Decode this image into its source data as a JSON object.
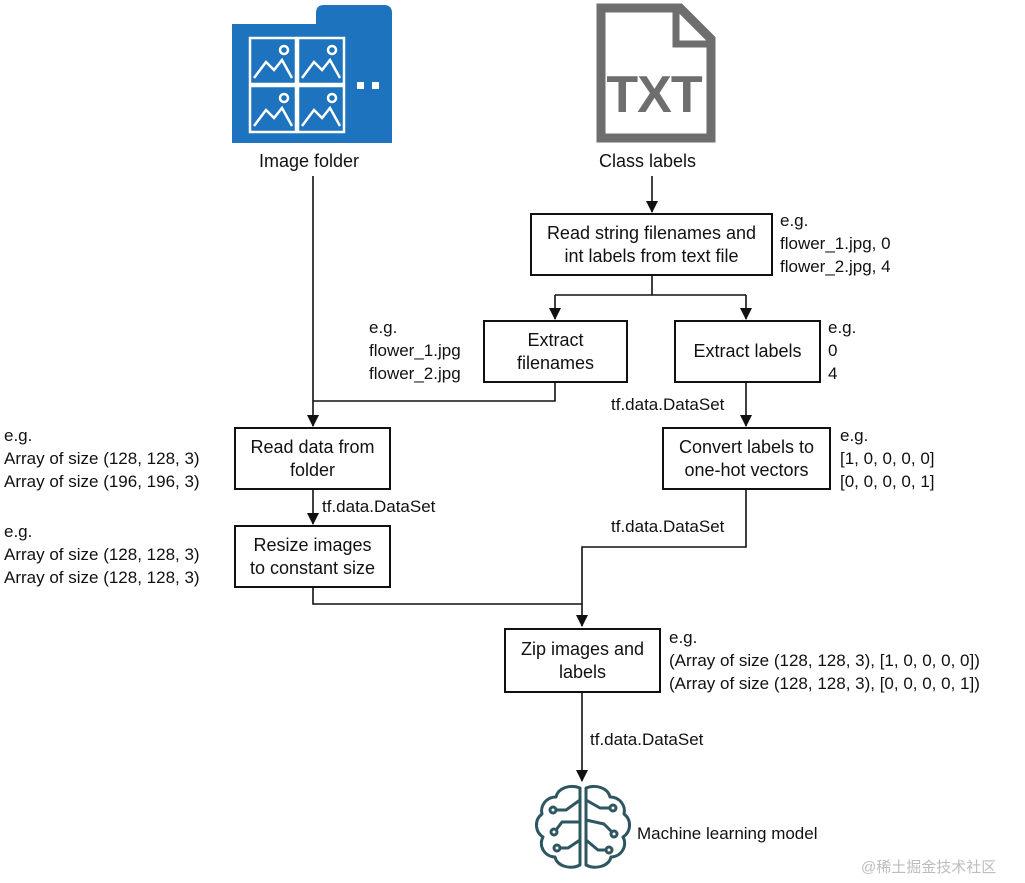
{
  "sources": {
    "image_folder_label": "Image folder",
    "class_labels_label": "Class labels",
    "txt_icon_text": "TXT"
  },
  "steps": {
    "read_text": {
      "line1": "Read string filenames and",
      "line2": "int labels from text file"
    },
    "extract_filenames": {
      "line1": "Extract",
      "line2": "filenames"
    },
    "extract_labels": {
      "line1": "Extract labels"
    },
    "read_data": {
      "line1": "Read data from",
      "line2": "folder"
    },
    "convert_labels": {
      "line1": "Convert labels to",
      "line2": "one-hot vectors"
    },
    "resize_images": {
      "line1": "Resize images",
      "line2": "to constant size"
    },
    "zip": {
      "line1": "Zip images and",
      "line2": "labels"
    }
  },
  "examples": {
    "read_text": [
      "e.g.",
      "flower_1.jpg, 0",
      "flower_2.jpg, 4"
    ],
    "extract_filenames": [
      "e.g.",
      "flower_1.jpg",
      "flower_2.jpg"
    ],
    "extract_labels": [
      "e.g.",
      "0",
      "4"
    ],
    "read_data": [
      "e.g.",
      "Array of size (128, 128, 3)",
      "Array of size (196, 196, 3)"
    ],
    "convert_labels": [
      "e.g.",
      "[1, 0, 0, 0, 0]",
      "[0, 0, 0, 0, 1]"
    ],
    "resize_images": [
      "e.g.",
      "Array of size (128, 128, 3)",
      "Array of size (128, 128, 3)"
    ],
    "zip": [
      "e.g.",
      "(Array of size (128, 128, 3), [1, 0, 0, 0, 0])",
      "(Array of size (128, 128, 3), [0, 0, 0, 0, 1])"
    ]
  },
  "edge_labels": {
    "labels_to_convert": "tf.data.DataSet",
    "read_to_resize": "tf.data.DataSet",
    "convert_to_zip": "tf.data.DataSet",
    "zip_to_model": "tf.data.DataSet"
  },
  "model": {
    "label": "Machine learning model"
  },
  "watermark": "@稀土掘金技术社区",
  "colors": {
    "folder_blue": "#1e73be",
    "txt_gray": "#6e6e6e",
    "model_teal": "#2e5660"
  }
}
